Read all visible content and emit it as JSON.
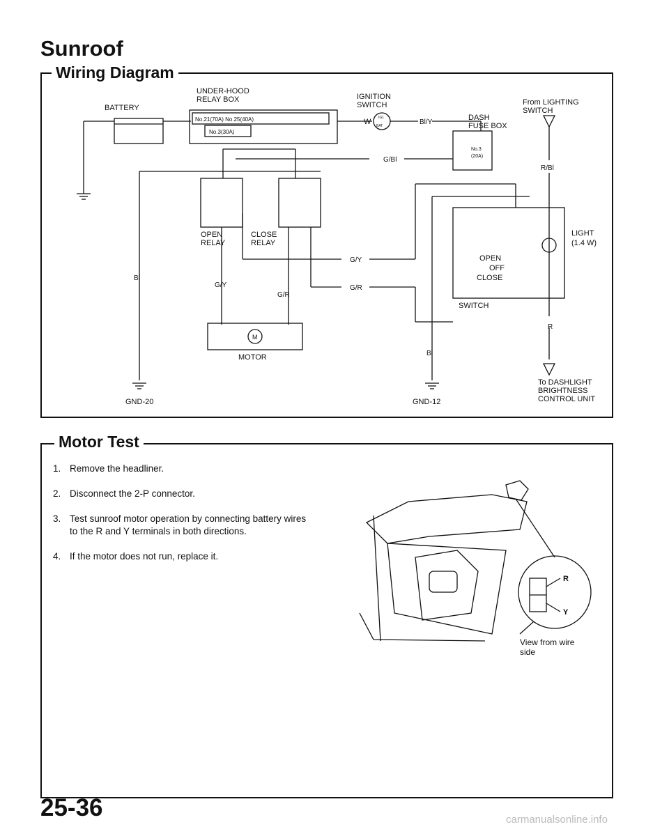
{
  "page_title": "Sunroof",
  "wiring_section": {
    "title": "Wiring Diagram",
    "labels": {
      "under_hood_1": "UNDER-HOOD",
      "under_hood_2": "RELAY BOX",
      "battery": "BATTERY",
      "fuse_21_25": "No.21(70A) No.25(40A)",
      "fuse_3_30": "No.3(30A)",
      "ignition_1": "IGNITION",
      "ignition_2": "SWITCH",
      "ig1": "IG1",
      "bat": "BAT",
      "w": "W",
      "bly": "Bl/Y",
      "dash_1": "DASH",
      "dash_2": "FUSE BOX",
      "fuse_no3": "No.3",
      "fuse_20a": "(20A)",
      "gbl": "G/Bl",
      "from_lighting_1": "From LIGHTING",
      "from_lighting_2": "SWITCH",
      "rbl": "R/Bl",
      "open_relay_1": "OPEN",
      "open_relay_2": "RELAY",
      "close_relay_1": "CLOSE",
      "close_relay_2": "RELAY",
      "bl_left": "Bl",
      "gy_left": "G/Y",
      "gr_left": "G/R",
      "gy_right": "G/Y",
      "gr_right": "G/R",
      "motor_m": "M",
      "motor": "MOTOR",
      "open": "OPEN",
      "off": "OFF",
      "close": "CLOSE",
      "switch": "SWITCH",
      "light_1": "LIGHT",
      "light_2": "(1.4 W)",
      "r": "R",
      "bl_mid": "Bl",
      "gnd20": "GND-20",
      "gnd12": "GND-12",
      "to_dash_1": "To DASHLIGHT",
      "to_dash_2": "BRIGHTNESS",
      "to_dash_3": "CONTROL UNIT"
    }
  },
  "motor_test": {
    "title": "Motor Test",
    "steps": [
      {
        "num": "1.",
        "text": "Remove the headliner."
      },
      {
        "num": "2.",
        "text": "Disconnect the 2-P connector."
      },
      {
        "num": "3.",
        "text": "Test sunroof motor operation by connecting battery wires to the R and Y terminals in both directions."
      },
      {
        "num": "4.",
        "text": "If the motor does not run, replace it."
      }
    ],
    "figure": {
      "r_label": "R",
      "y_label": "Y",
      "caption_1": "View from wire",
      "caption_2": "side"
    }
  },
  "page_number": "25-36",
  "watermark": "carmanualsonline.info"
}
